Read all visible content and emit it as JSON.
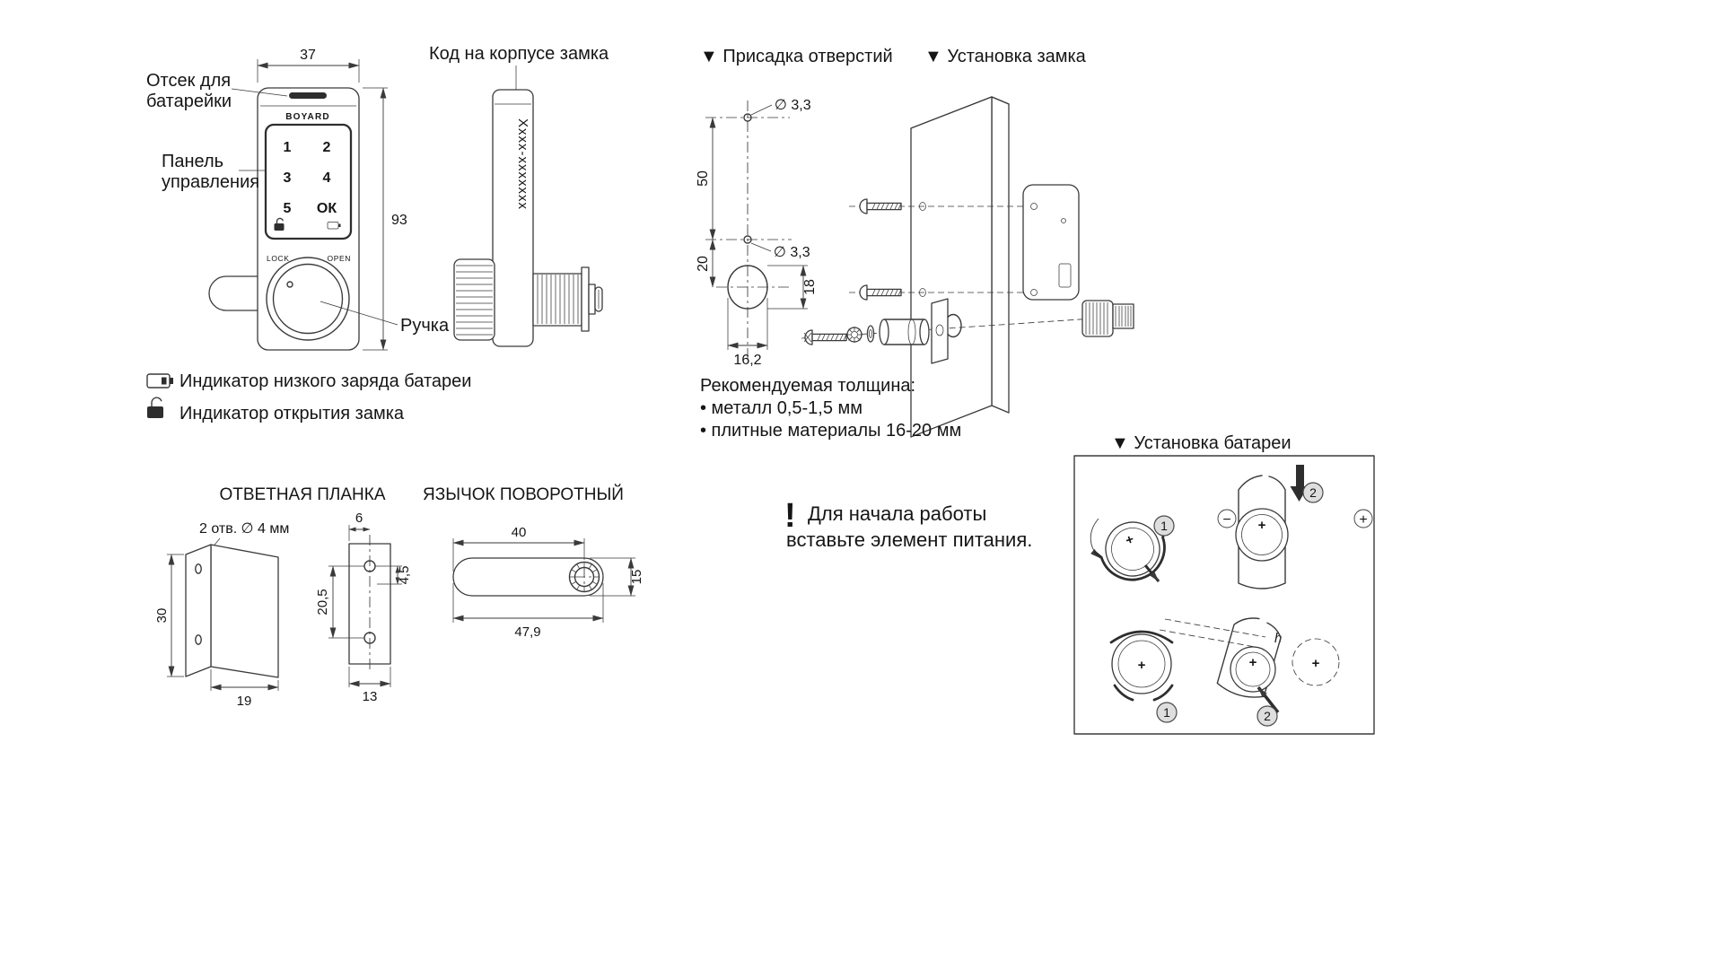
{
  "front_view": {
    "dim_width": "37",
    "dim_height": "93",
    "label_battery_1": "Отсек для",
    "label_battery_2": "батарейки",
    "label_panel_1": "Панель",
    "label_panel_2": "управления",
    "label_handle": "Ручка",
    "brand": "BOYARD",
    "key_1": "1",
    "key_2": "2",
    "key_3": "3",
    "key_4": "4",
    "key_5": "5",
    "key_ok": "ОК",
    "lock_text": "LOCK",
    "open_text": "OPEN"
  },
  "side_view": {
    "label_code": "Код на корпусе замка",
    "code_serial": "Xxxx-xxxxxxx"
  },
  "legend": {
    "battery_text": "Индикатор низкого заряда батареи",
    "unlock_text": "Индикатор открытия замка"
  },
  "drilling": {
    "title": "▼ Присадка отверстий",
    "dia_top": "∅ 3,3",
    "dia_mid": "∅ 3,3",
    "dim_50": "50",
    "dim_20": "20",
    "dim_18": "18",
    "dim_16_2": "16,2"
  },
  "installation": {
    "title": "▼ Установка замка",
    "thickness_title": "Рекомендуемая толщина:",
    "thickness_metal": "• металл 0,5-1,5 мм",
    "thickness_board": "• плитные материалы 16-20 мм"
  },
  "note": {
    "mark": "!",
    "line1": "Для начала работы",
    "line2": "вставьте элемент питания."
  },
  "strike_plate": {
    "title": "ОТВЕТНАЯ ПЛАНКА",
    "holes_label": "2 отв. ∅ 4 мм",
    "dim_30": "30",
    "dim_19": "19",
    "dim_6": "6",
    "dim_20_5": "20,5",
    "dim_4_5": "4,5",
    "dim_13": "13"
  },
  "tongue": {
    "title": "ЯЗЫЧОК ПОВОРОТНЫЙ",
    "dim_40": "40",
    "dim_47_9": "47,9",
    "dim_15": "15"
  },
  "battery_install": {
    "title": "▼ Установка батареи",
    "step1": "1",
    "step2": "2",
    "plus": "+",
    "minus": "−",
    "h_label": "h"
  }
}
